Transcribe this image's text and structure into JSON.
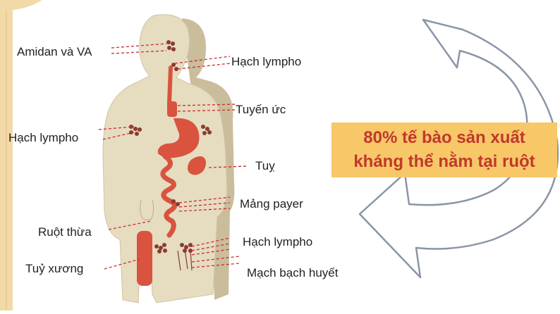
{
  "colors": {
    "body_fill": "#e6dcc0",
    "body_side": "#c9bd9c",
    "organ": "#d9533f",
    "dot": "#8a3b2e",
    "leader": "#cc2b2b",
    "arrow_stroke": "#8a95a6",
    "arrow_fill": "#ffffff",
    "callout_bg": "#f7c768",
    "callout_text": "#c0392b",
    "left_strip": "#f2d9a8"
  },
  "labels": {
    "amidan": "Amidan và VA",
    "hach_top": "Hạch lympho",
    "tuyen_uc": "Tuyến ức",
    "hach_left": "Hạch lympho",
    "tuy": "Tuỵ",
    "mang_payer": "Mảng payer",
    "ruot_thua": "Ruột thừa",
    "hach_bottom": "Hạch lympho",
    "tuy_xuong": "Tuỷ xương",
    "mach": "Mạch bạch huyết"
  },
  "callout": {
    "line1": "80% tế bào sản xuất",
    "line2": "kháng thể nằm tại ruột"
  }
}
